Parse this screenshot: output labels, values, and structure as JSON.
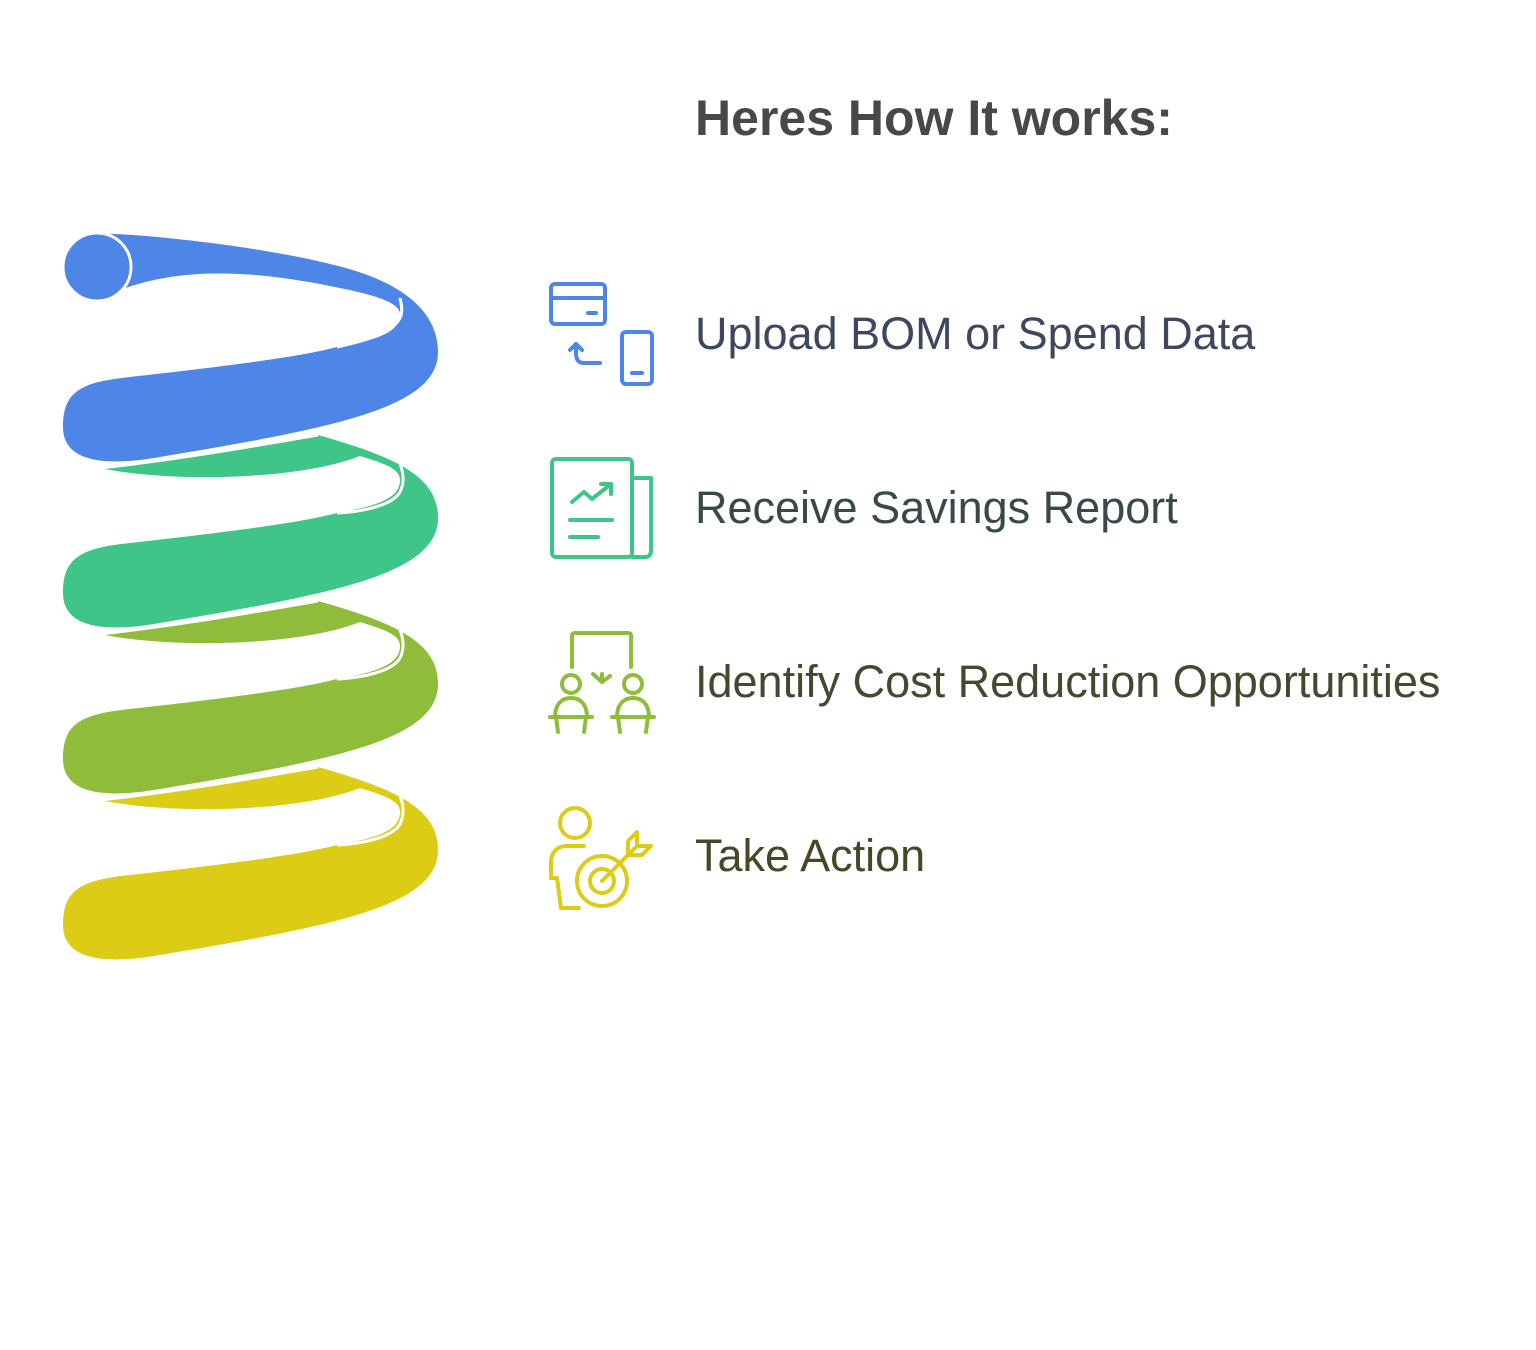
{
  "title": "Heres How It works:",
  "steps": [
    {
      "label": "Upload BOM or Spend Data",
      "icon": "card-to-phone-transfer-icon",
      "color": "#4e86e8"
    },
    {
      "label": "Receive Savings Report",
      "icon": "trending-report-icon",
      "color": "#3ec587"
    },
    {
      "label": "Identify Cost Reduction Opportunities",
      "icon": "two-people-discussion-icon",
      "color": "#8fbc3a"
    },
    {
      "label": "Take Action",
      "icon": "person-target-icon",
      "color": "#ddcc16"
    }
  ]
}
